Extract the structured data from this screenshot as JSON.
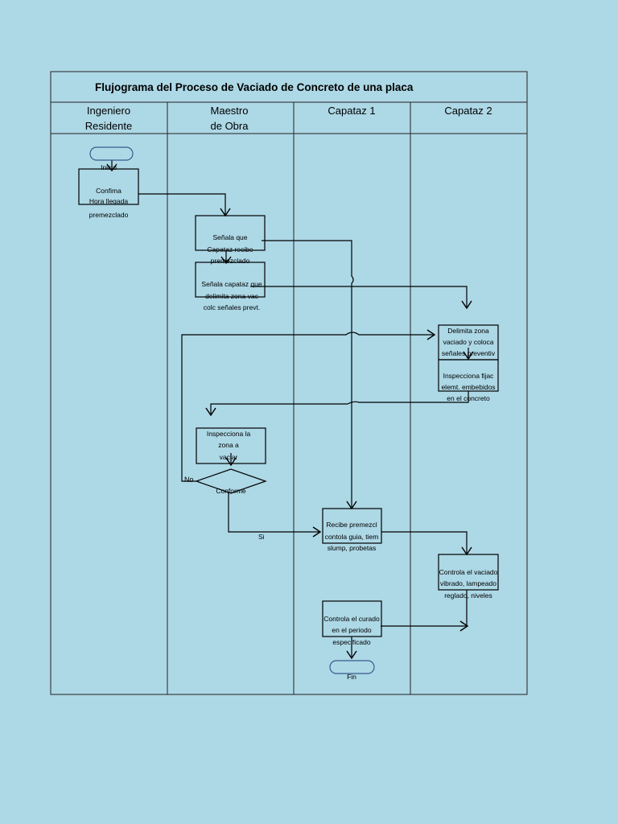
{
  "title": "Flujograma del Proceso de Vaciado de Concreto de una placa",
  "lanes": [
    [
      "Ingeniero",
      "Residente"
    ],
    [
      "Maestro",
      "de Obra"
    ],
    [
      "Capataz 1"
    ],
    [
      "Capataz 2"
    ]
  ],
  "nodes": {
    "start": "Inicio",
    "confirma": [
      "Confima",
      "Hora llegada",
      "premezclado"
    ],
    "senala_recibe": [
      "Señala que",
      "Capataz recibe",
      "premezclado"
    ],
    "senala_delimita": [
      "Señala capataz que",
      "delimita zona vac",
      "colc señales prevt."
    ],
    "delimita": [
      "Delimita zona",
      "vaciado y coloca",
      "señales preventiv"
    ],
    "inspecciona_fijac": [
      "Inspecciona fijac",
      "elemt. embebidos",
      "en el concreto"
    ],
    "inspecciona_zona": [
      "Inspecciona la",
      "zona a",
      "vaciar"
    ],
    "conforme": "Conforme",
    "no": "No",
    "si": "Si",
    "recibe": [
      "Recibe premezcl",
      "contola guia, tiem",
      "slump, probetas"
    ],
    "controla_vaciado": [
      "Controla el vaciado",
      "vibrado, lampeado",
      "reglado, niveles"
    ],
    "controla_curado": [
      "Controla el curado",
      "en el periodo",
      "especificado"
    ],
    "end": "Fin"
  }
}
